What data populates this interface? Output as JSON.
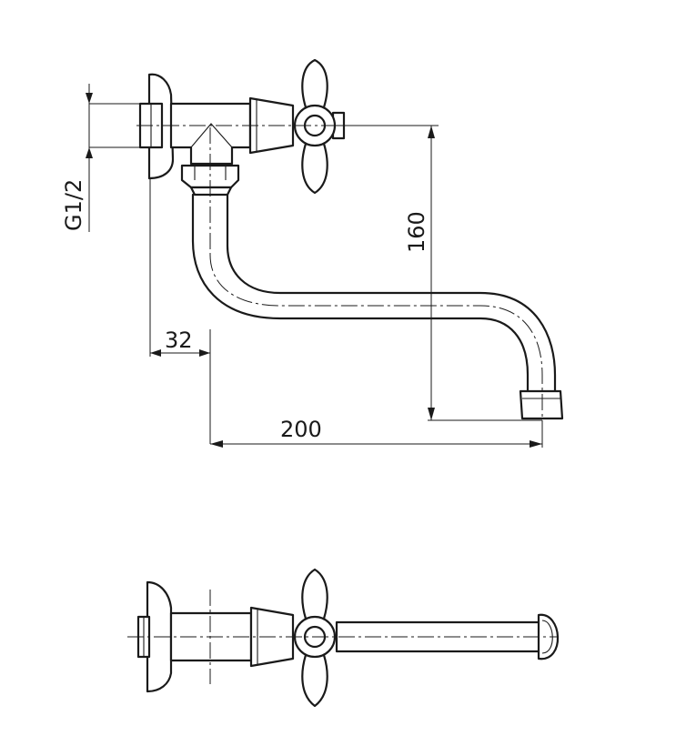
{
  "dimensions": {
    "thread": "G1/2",
    "spout_height": "160",
    "wall_offset": "32",
    "spout_reach": "200"
  },
  "colors": {
    "line": "#1a1a1a",
    "background": "#ffffff"
  }
}
